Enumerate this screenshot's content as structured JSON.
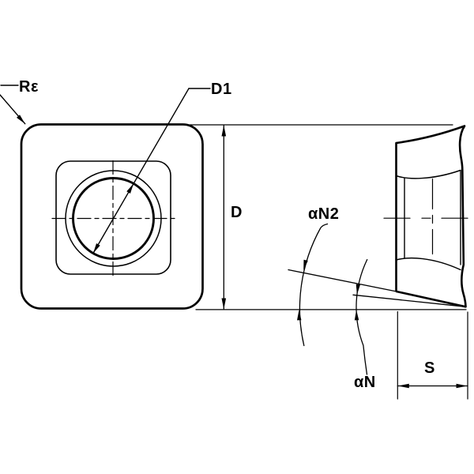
{
  "drawing": {
    "type": "indexable-insert-dimension-diagram",
    "labels": {
      "corner_radius": "Rε",
      "hole_diameter": "D1",
      "inscribed_circle_diameter": "D",
      "secondary_clearance_angle": "αN2",
      "clearance_angle": "αN",
      "thickness": "S"
    },
    "colors": {
      "ink": "#000000",
      "background": "#ffffff"
    }
  }
}
